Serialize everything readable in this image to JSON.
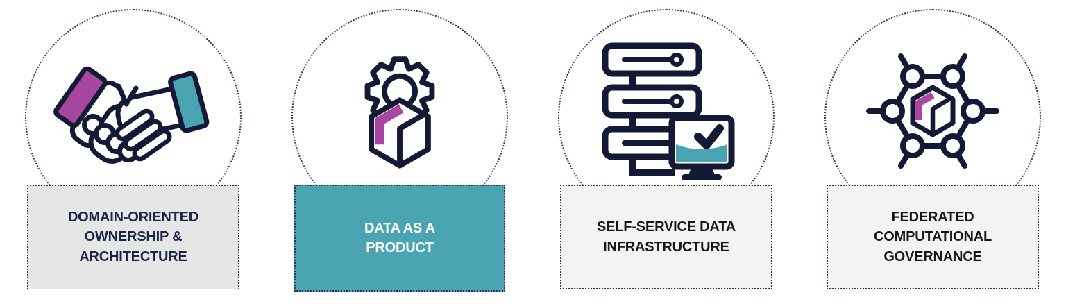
{
  "panels": [
    {
      "icon": "handshake-icon",
      "label": "DOMAIN-ORIENTED OWNERSHIP & ARCHITECTURE"
    },
    {
      "icon": "gear-package-icon",
      "label": "DATA AS A PRODUCT"
    },
    {
      "icon": "server-monitor-icon",
      "label": "SELF-SERVICE DATA INFRASTRUCTURE"
    },
    {
      "icon": "hex-network-icon",
      "label": "FEDERATED COMPUTATIONAL GOVERNANCE"
    }
  ],
  "colors": {
    "navy": "#141a35",
    "magenta": "#a847a0",
    "teal": "#4aa4b2",
    "gray_box_bg": "#e6e6e6",
    "light_box_bg": "#f3f3f2",
    "navy_text": "#1d2547",
    "dark_text": "#161616",
    "white_text": "#ffffff",
    "dotted_border": "#2a315c"
  }
}
